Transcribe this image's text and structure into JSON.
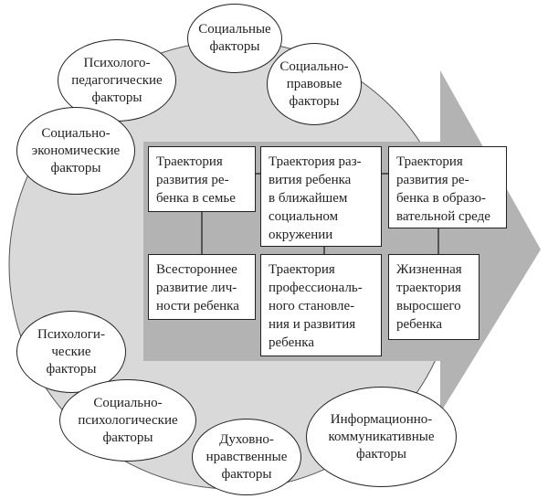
{
  "factors": [
    "Социальные\nфакторы",
    "Психолого-\nпедагогические\nфакторы",
    "Социально-\nправовые\nфакторы",
    "Социально-\nэкономические\nфакторы",
    "Психологи-\nческие\nфакторы",
    "Социально-\nпсихологические\nфакторы",
    "Духовно-\nнравственные\nфакторы",
    "Информационно-\nкоммуникативные\nфакторы"
  ],
  "trajectories": {
    "top": [
      "Траектория\nразвития ре-\nбенка в семье",
      "Траектория раз-\nвития ребенка\nв ближайшем\nсоциальном\nокружении",
      "Траектория\nразвития ре-\nбенка в образо-\nвательной среде"
    ],
    "bottom": [
      "Всестороннее\nразвитие лич-\nности ребенка",
      "Траектория\nпрофессиональ-\nного становле-\nния и развития\nребенка",
      "Жизненная\nтраектория\nвыросшего\nребенка"
    ]
  },
  "colors": {
    "circle": "#d9d9d9",
    "arrow": "#b3b3b3"
  }
}
